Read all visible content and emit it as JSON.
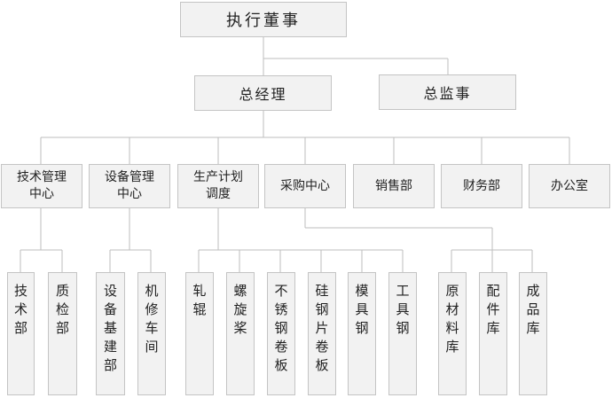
{
  "chart": {
    "level1": {
      "label": "执行董事"
    },
    "level2": [
      {
        "label": "总经理"
      },
      {
        "label": "总监事"
      }
    ],
    "departments": [
      {
        "label": "技术管理\n中心"
      },
      {
        "label": "设备管理\n中心"
      },
      {
        "label": "生产计划\n调度"
      },
      {
        "label": "采购中心"
      },
      {
        "label": "销售部"
      },
      {
        "label": "财务部"
      },
      {
        "label": "办公室"
      }
    ],
    "units": [
      {
        "label": "技术部"
      },
      {
        "label": "质检部"
      },
      {
        "label": "设备基建部"
      },
      {
        "label": "机修车间"
      },
      {
        "label": "轧辊"
      },
      {
        "label": "螺旋桨"
      },
      {
        "label": "不锈钢卷板"
      },
      {
        "label": "硅钢片卷板"
      },
      {
        "label": "模具钢"
      },
      {
        "label": "工具钢"
      },
      {
        "label": "原材料库"
      },
      {
        "label": "配件库"
      },
      {
        "label": "成品库"
      }
    ]
  }
}
